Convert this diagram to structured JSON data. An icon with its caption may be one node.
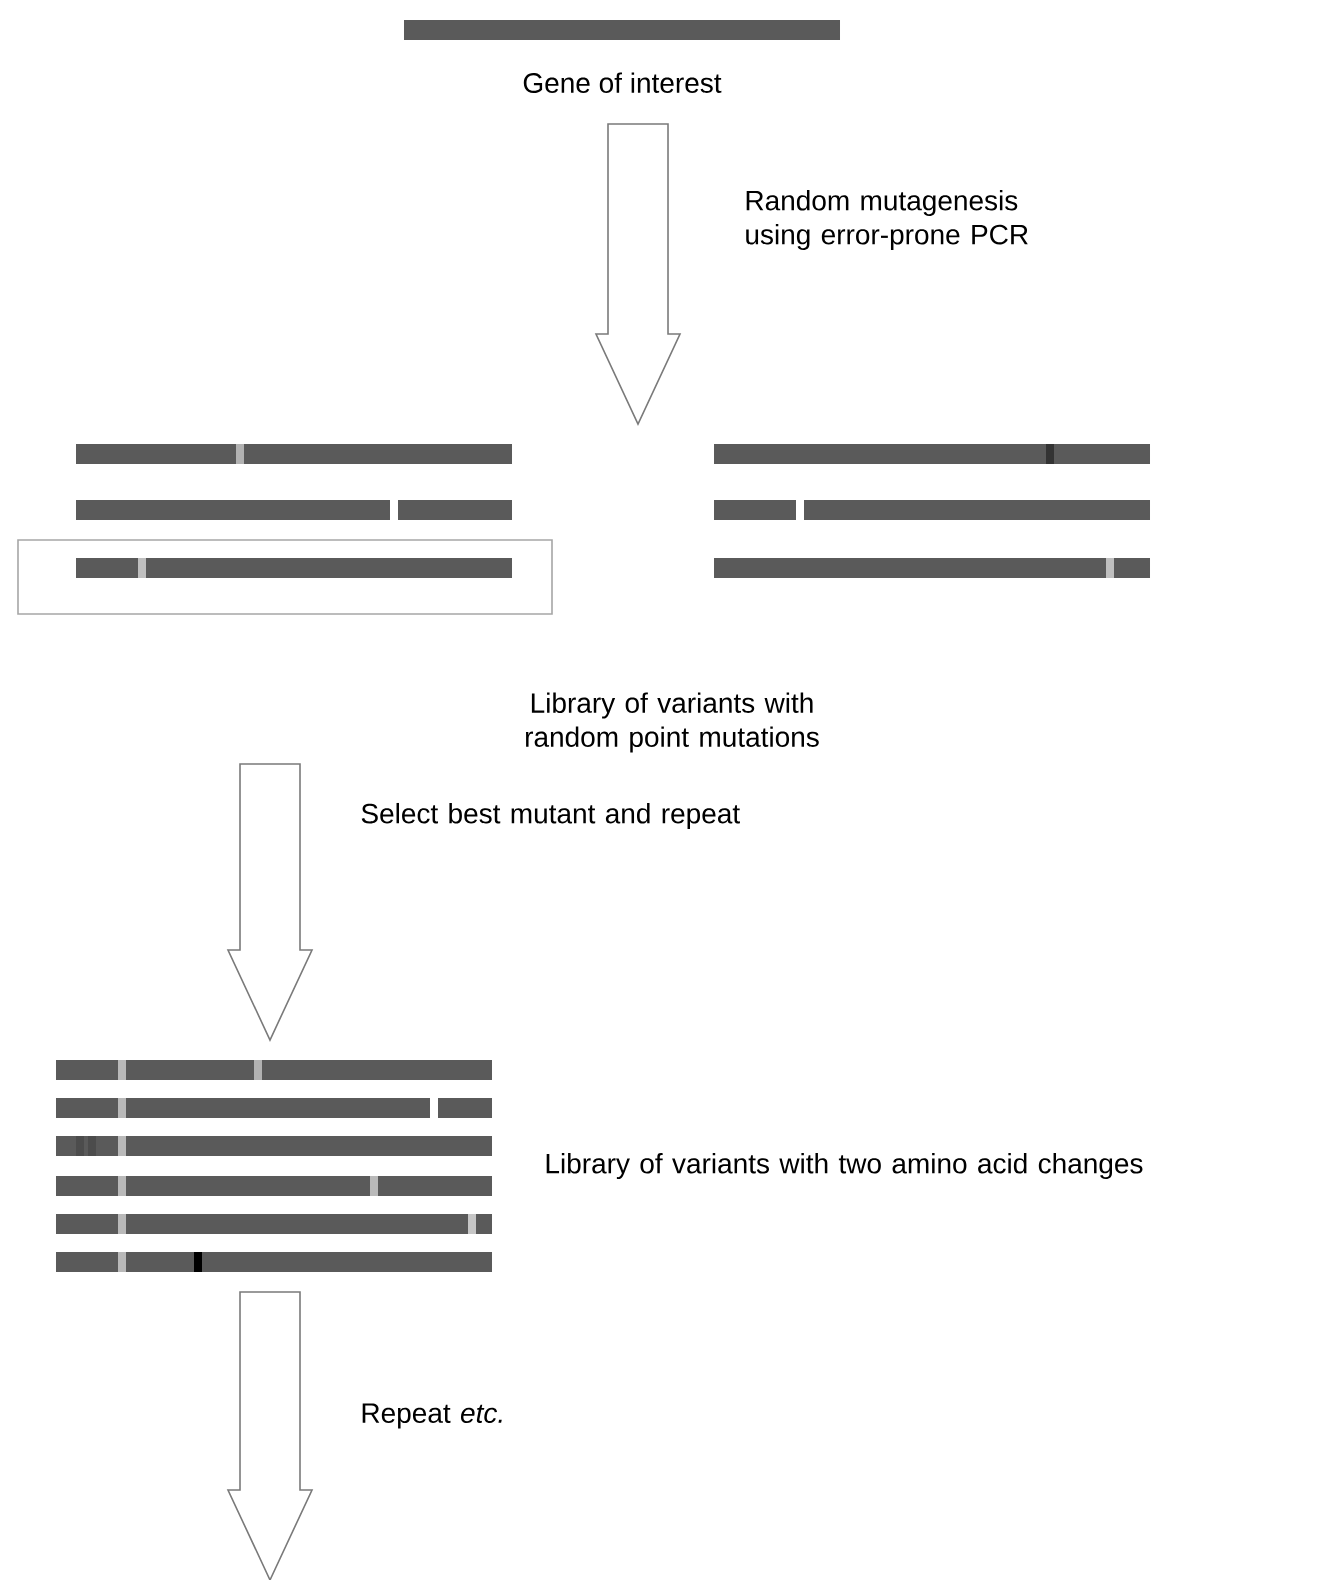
{
  "diagram": {
    "nodes": [
      {
        "text": [
          "Gene of interest"
        ]
      },
      {
        "text": [
          "Library of variants with random point mutations"
        ]
      },
      {
        "text": [
          "Library of variants with two amino acid changes"
        ]
      }
    ],
    "edges": [
      {
        "from": 0,
        "to": 1,
        "arrow": "to",
        "label": "Random mutagenesis using error-prone PCR"
      },
      {
        "from": 1,
        "to": 2,
        "arrow": "to",
        "label": "Select best mutant and repeat"
      },
      {
        "from": 2,
        "to": null,
        "arrow": "to",
        "label": "Repeat *etc.*"
      }
    ]
  }
}
